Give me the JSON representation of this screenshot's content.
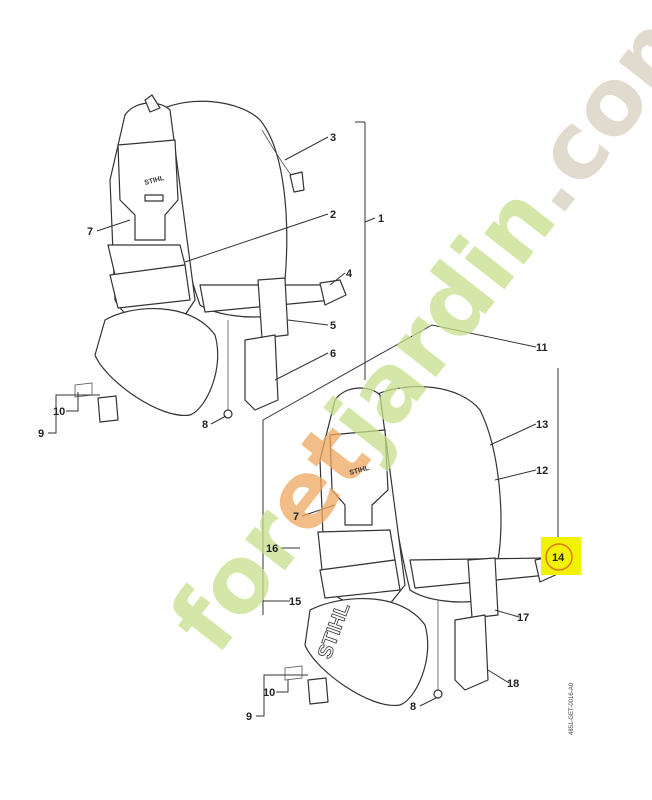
{
  "diagram": {
    "upper_assembly_labels": [
      "1",
      "2",
      "3",
      "4",
      "5",
      "6",
      "7",
      "8",
      "9",
      "10"
    ],
    "lower_assembly_labels": [
      "7",
      "8",
      "9",
      "10",
      "11",
      "12",
      "13",
      "14",
      "15",
      "16",
      "17",
      "18"
    ],
    "highlighted_part": "14",
    "highlight_color": "#f2f200",
    "highlight_ring_color": "#e07a10",
    "drawing_code": "4851-GET-0016-A0",
    "brand_mark": "STIHL"
  },
  "watermark": {
    "text_part1": "for",
    "text_part2": "et",
    "text_part3": "jardin",
    "text_part4": ".com",
    "colors": [
      "#c8e08c",
      "#f0a860",
      "#d8d0c0"
    ]
  }
}
